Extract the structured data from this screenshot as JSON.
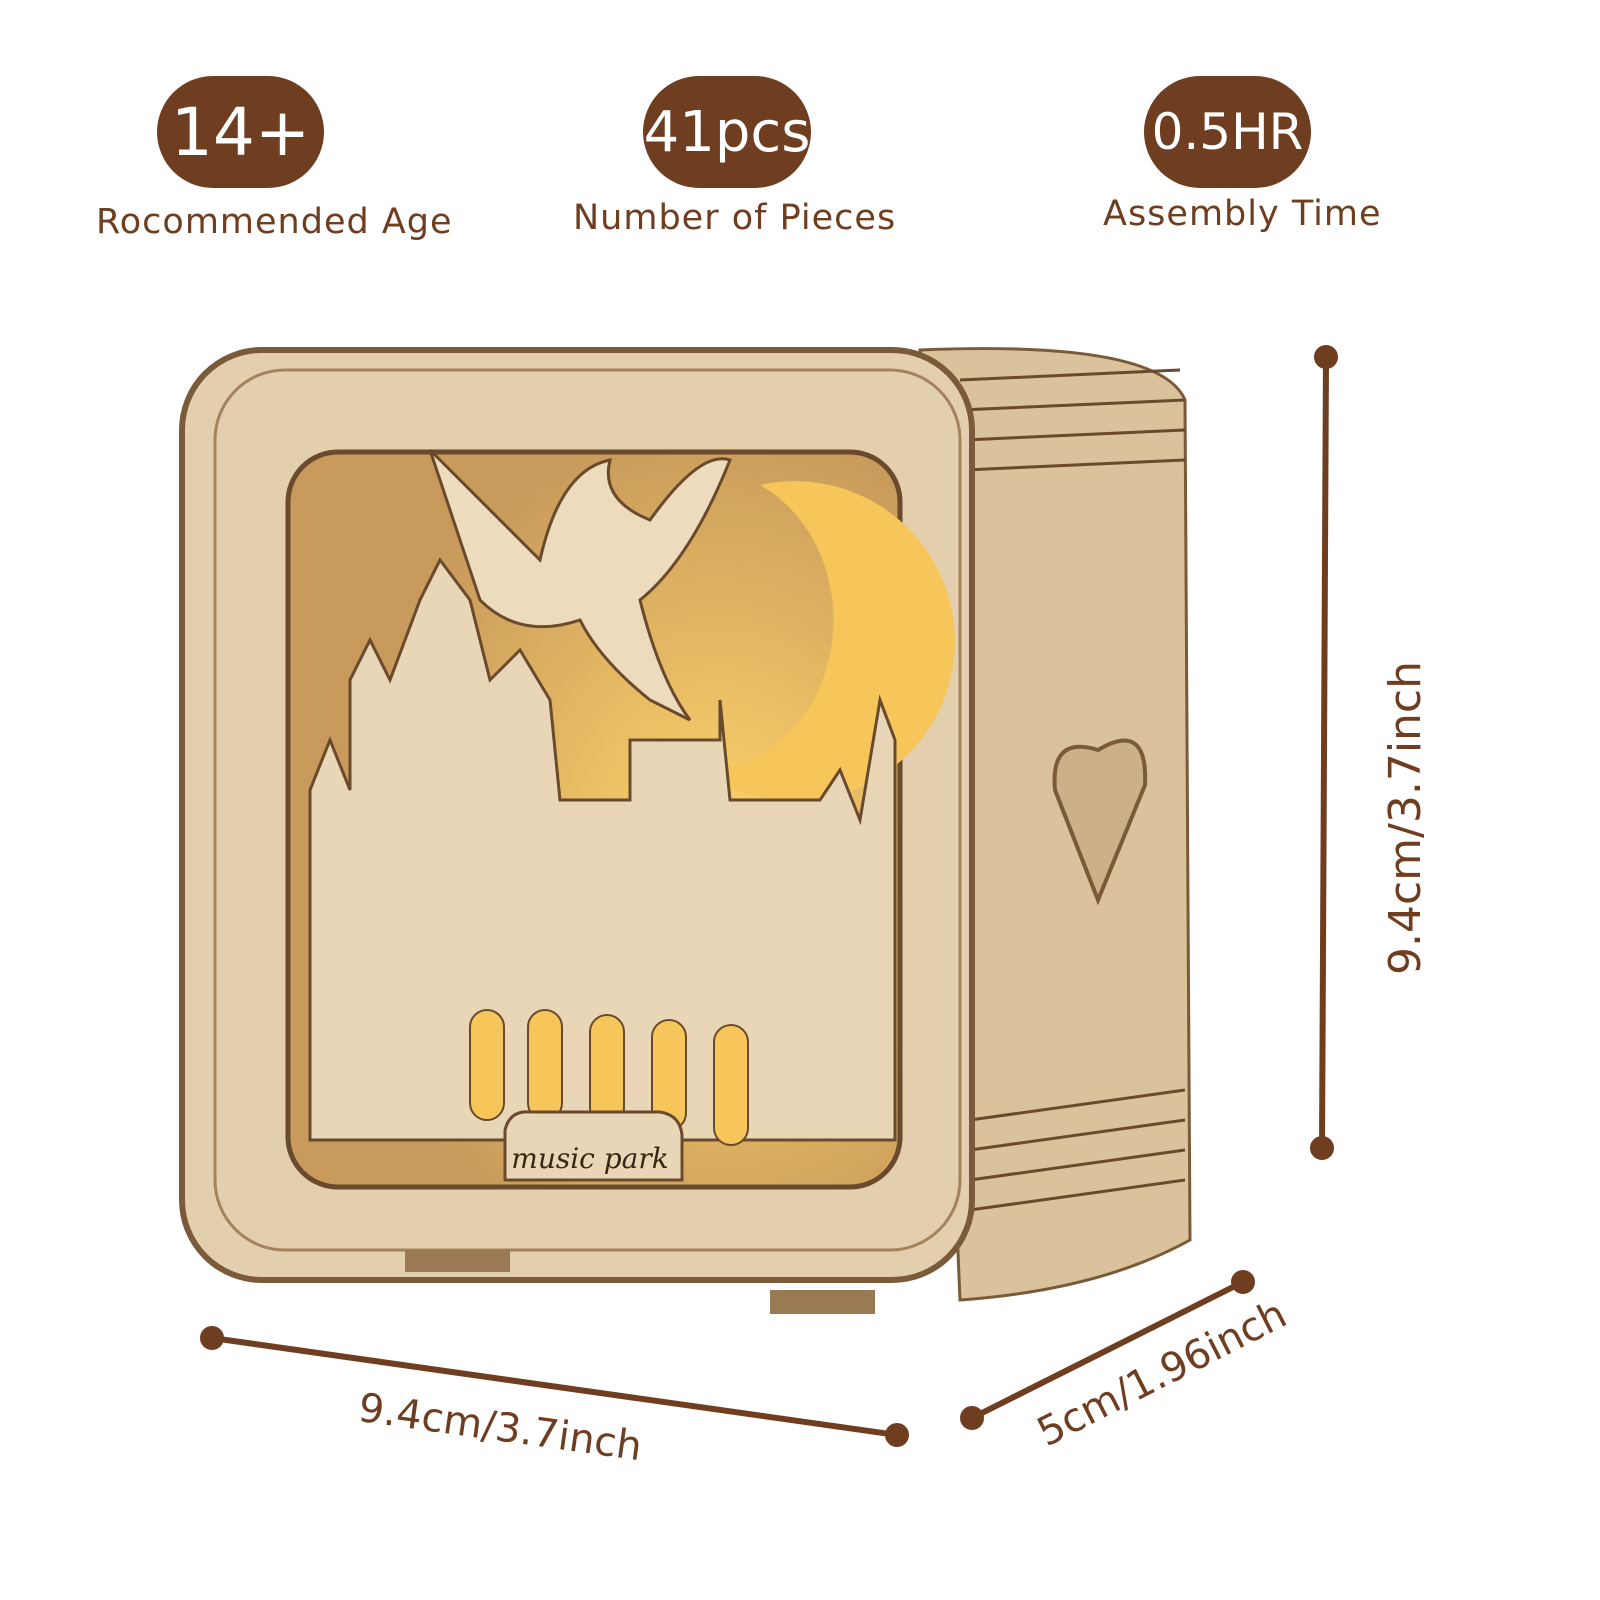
{
  "specs": [
    {
      "value": "14+",
      "label": "Rocommended Age"
    },
    {
      "value": "41pcs",
      "label": "Number of Pieces"
    },
    {
      "value": "0.5HR",
      "label": "Assembly Time"
    }
  ],
  "dimensions": {
    "height": "9.4cm/3.7inch",
    "width": "9.4cm/3.7inch",
    "depth": "5cm/1.96inch"
  },
  "product": {
    "plaque_text": "music park"
  },
  "colors": {
    "accent": "#6f3d1f",
    "wood": "#e3cfae",
    "glow": "#f7c65a"
  }
}
